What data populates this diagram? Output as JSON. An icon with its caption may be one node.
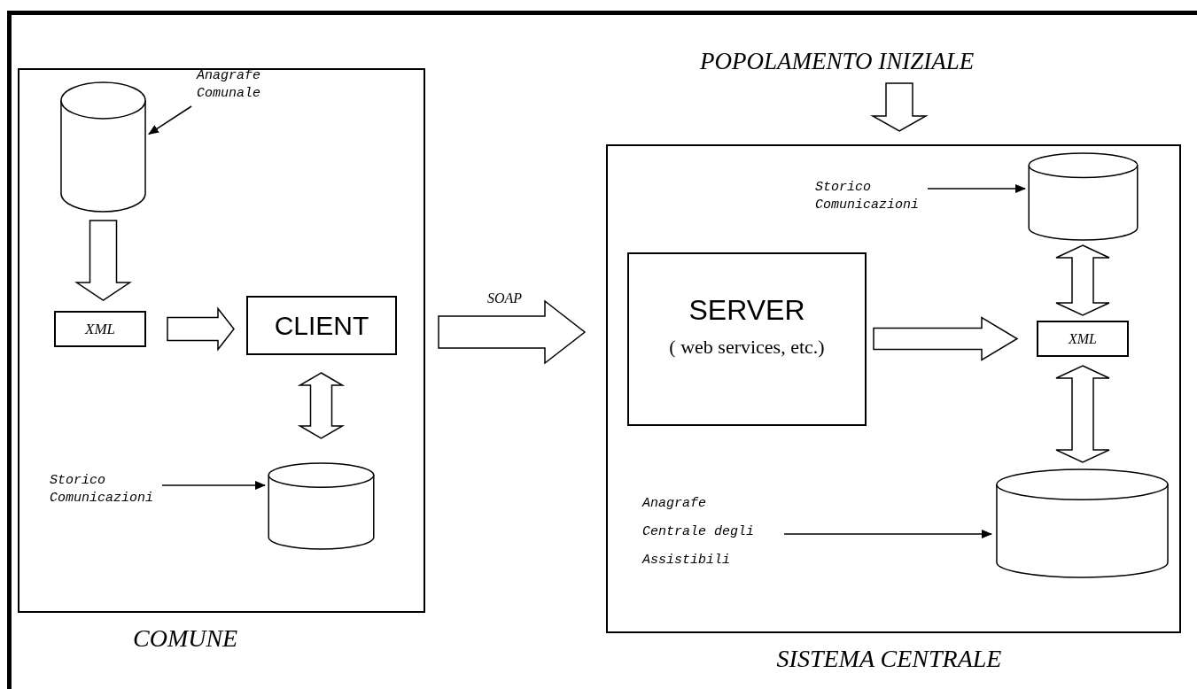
{
  "diagram": {
    "nodes": [
      {
        "text": [
          "COMUNE"
        ]
      },
      {
        "text": [],
        "shape": "cylinder",
        "in": 0
      },
      {
        "text": [
          "Anagrafe Comunale"
        ],
        "in": 0
      },
      {
        "text": [
          "XML"
        ],
        "in": 0
      },
      {
        "text": [
          "CLIENT"
        ],
        "in": 0
      },
      {
        "text": [
          "Storico Comunicazioni"
        ],
        "in": 0
      },
      {
        "text": [],
        "shape": "cylinder",
        "in": 0
      },
      {
        "text": [
          "SISTEMA CENTRALE"
        ]
      },
      {
        "text": [
          "POPOLAMENTO INIZIALE"
        ]
      },
      {
        "text": [
          "Storico Comunicazioni"
        ],
        "in": 7
      },
      {
        "text": [],
        "shape": "cylinder",
        "in": 7
      },
      {
        "text": [
          "SERVER",
          "( web services, etc.)"
        ],
        "in": 7
      },
      {
        "text": [
          "XML"
        ],
        "in": 7
      },
      {
        "text": [],
        "shape": "cylinder",
        "in": 7
      },
      {
        "text": [
          "Anagrafe Centrale degli Assistibili"
        ],
        "in": 7
      }
    ],
    "edges": [
      {
        "from": 2,
        "to": 1,
        "arrow": "to"
      },
      {
        "from": 1,
        "to": 3,
        "arrow": "to",
        "style": "thick"
      },
      {
        "from": 3,
        "to": 4,
        "arrow": "to",
        "style": "thick"
      },
      {
        "from": 4,
        "to": 6,
        "arrow": "both",
        "style": "thick"
      },
      {
        "from": 5,
        "to": 6,
        "arrow": "to"
      },
      {
        "from": 0,
        "to": 7,
        "arrow": "to",
        "style": "thick",
        "label": "SOAP"
      },
      {
        "from": 8,
        "to": 7,
        "arrow": "to",
        "style": "thick"
      },
      {
        "from": 9,
        "to": 10,
        "arrow": "to"
      },
      {
        "from": 11,
        "to": 12,
        "arrow": "to",
        "style": "thick"
      },
      {
        "from": 10,
        "to": 12,
        "arrow": "both",
        "style": "thick"
      },
      {
        "from": 12,
        "to": 13,
        "arrow": "both",
        "style": "thick"
      },
      {
        "from": 14,
        "to": 13,
        "arrow": "to"
      }
    ]
  }
}
